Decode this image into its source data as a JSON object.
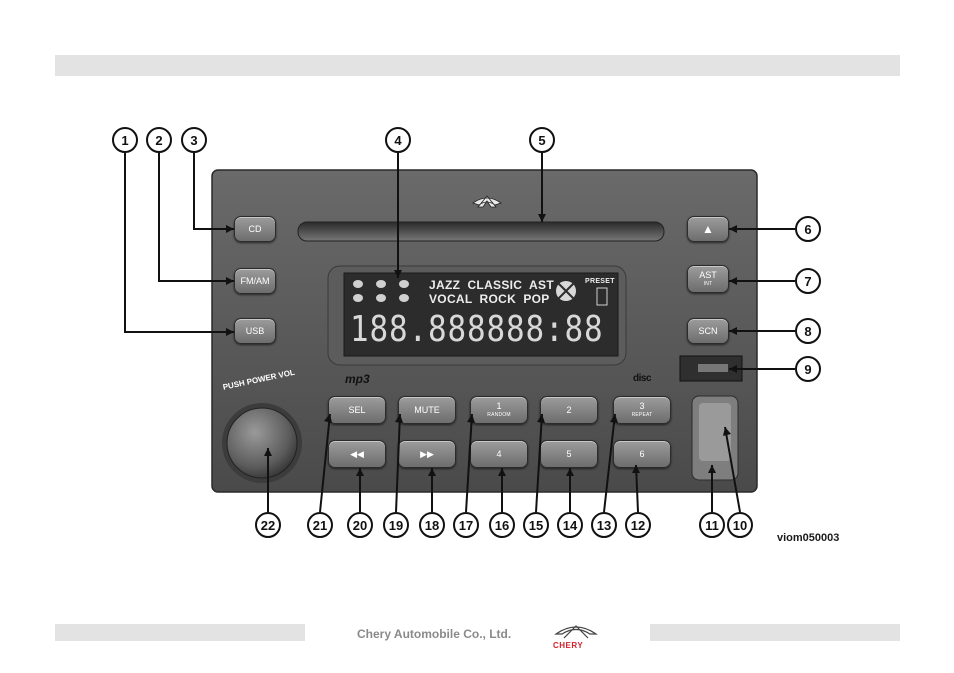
{
  "labels": {
    "cd": "CD",
    "fmam": "FM/AM",
    "usb": "USB",
    "ast": "AST",
    "ast_sub": "INT",
    "scn": "SCN",
    "sel": "SEL",
    "mute": "MUTE",
    "b1": "1",
    "b1_sub": "RANDOM",
    "b2": "2",
    "b3": "3",
    "b3_sub": "REPEAT",
    "b4": "4",
    "b5": "5",
    "b6": "6",
    "rew": "◀◀",
    "ffw": "▶▶",
    "eject": "▲",
    "knob": "PUSH POWER VOL",
    "mp3": "mp3",
    "disc": "disc"
  },
  "display": {
    "row1": "JAZZ  CLASSIC  AST",
    "row2": "VOCAL  ROCK  POP",
    "preset": "PRESET",
    "segments": "188.888888:88"
  },
  "callouts": [
    "1",
    "2",
    "3",
    "4",
    "5",
    "6",
    "7",
    "8",
    "9",
    "10",
    "11",
    "12",
    "13",
    "14",
    "15",
    "16",
    "17",
    "18",
    "19",
    "20",
    "21",
    "22"
  ],
  "figure_code": "viom050003",
  "footer": {
    "company": "Chery Automobile Co., Ltd.",
    "brand": "CHERY"
  }
}
